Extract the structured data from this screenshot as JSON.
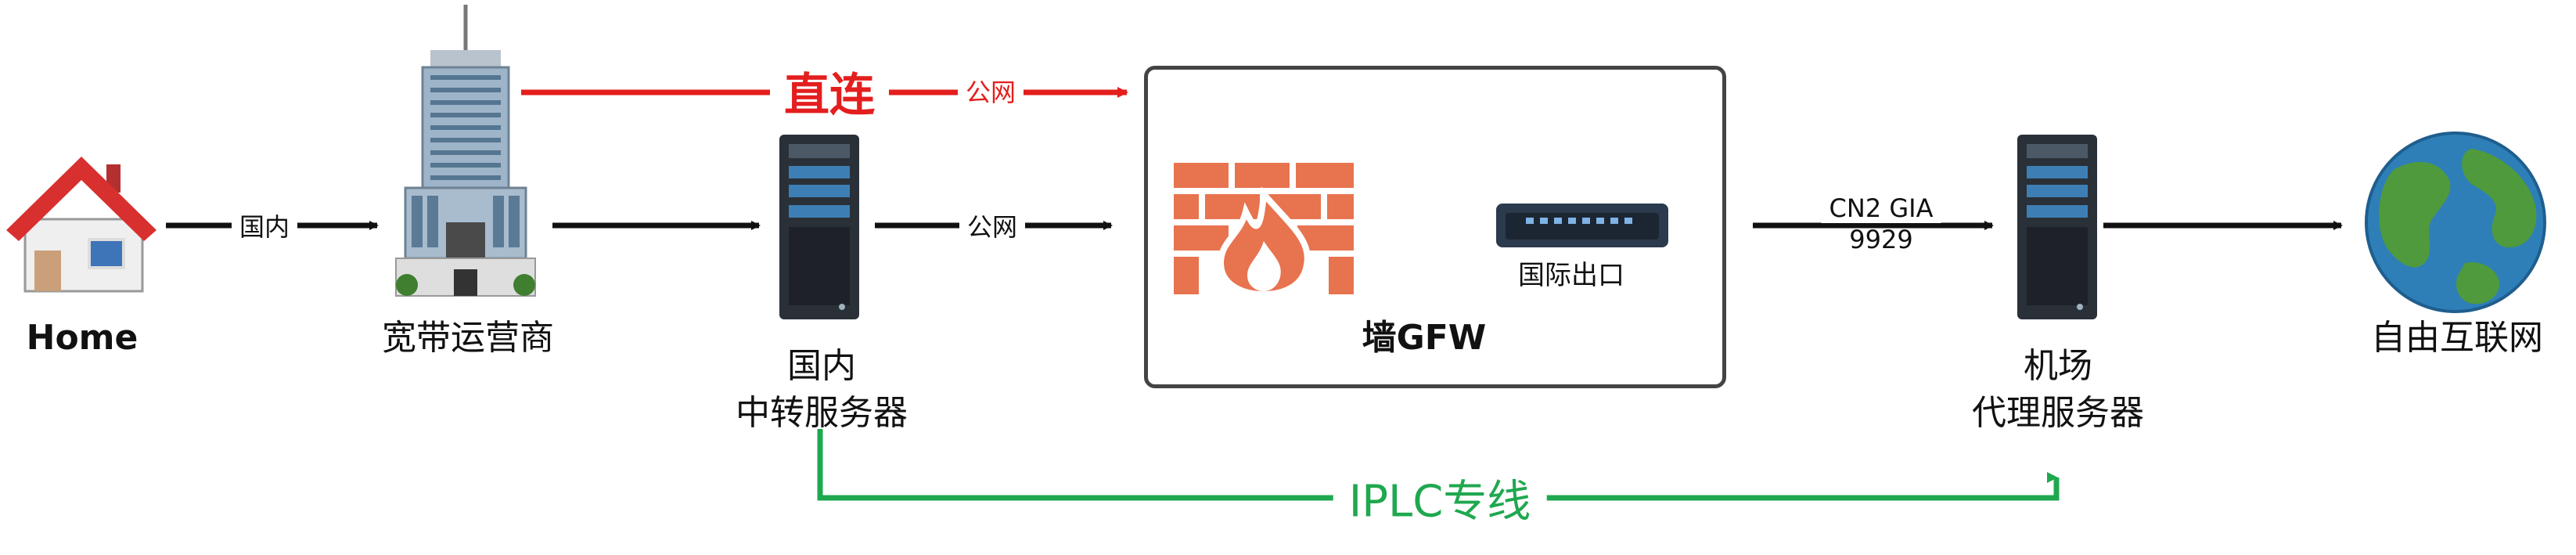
{
  "nodes": {
    "home": "Home",
    "isp": "宽带运营商",
    "relay": [
      "国内",
      "中转服务器"
    ],
    "gfw": "墙GFW",
    "gfw_exit": "国际出口",
    "proxy": [
      "机场",
      "代理服务器"
    ],
    "internet": "自由互联网"
  },
  "edges": {
    "direct": "直连",
    "direct_public": "公网",
    "home_isp": "国内",
    "relay_gfw": "公网",
    "cn2_line1": "CN2 GIA",
    "cn2_line2": "9929",
    "iplc": "IPLC专线"
  },
  "colors": {
    "direct": "#e41e1e",
    "iplc": "#1fa84f",
    "normal": "#111111",
    "firewall": "#e8734f",
    "server": "#2a3038",
    "globe_land": "#4f9a3c",
    "globe_water": "#2e7fb8",
    "house_roof": "#d8302f"
  },
  "icons": [
    "house-icon",
    "office-building-icon",
    "server-icon",
    "firewall-icon",
    "network-switch-icon",
    "globe-icon"
  ]
}
